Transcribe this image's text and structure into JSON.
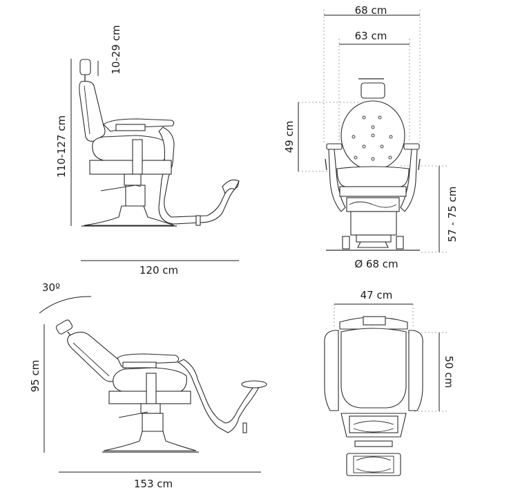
{
  "views": {
    "side_upright": {
      "height_label": "110-127 cm",
      "headrest_label": "10-29 cm",
      "length_label": "120 cm"
    },
    "front": {
      "outer_width_label": "68 cm",
      "inner_width_label": "63 cm",
      "backrest_height_label": "49 cm",
      "seat_height_label": "57 - 75 cm",
      "base_diameter_label": "Ø 68 cm"
    },
    "side_reclined": {
      "angle_label": "30º",
      "height_label": "95 cm",
      "length_label": "153 cm"
    },
    "top": {
      "seat_width_label": "47 cm",
      "seat_depth_label": "50 cm"
    }
  }
}
